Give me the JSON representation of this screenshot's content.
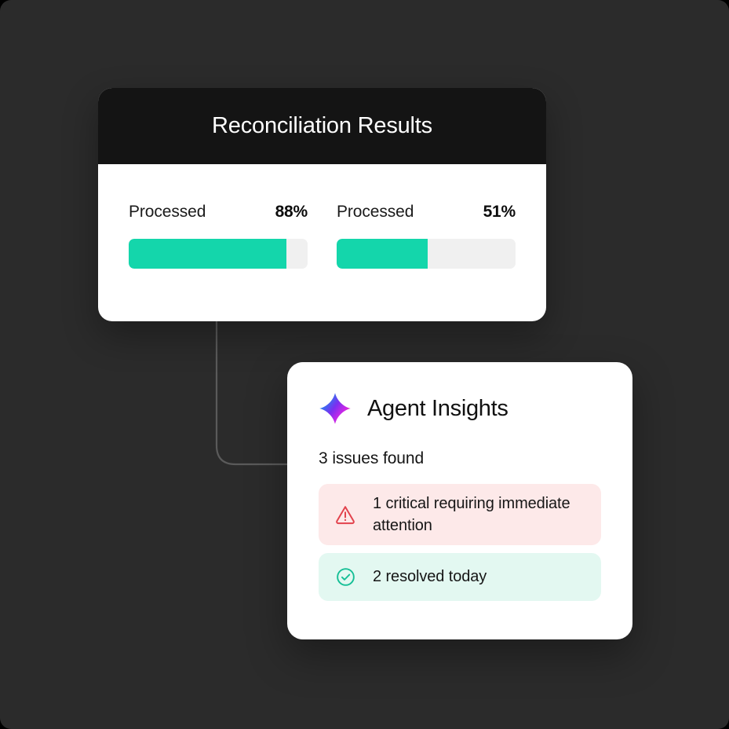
{
  "canvas": {
    "background_color": "#2b2b2b",
    "outer_color": "#000000"
  },
  "results_card": {
    "header": {
      "title": "Reconciliation Results",
      "background_color": "#141414",
      "text_color": "#ffffff"
    },
    "metrics": [
      {
        "label": "Processed",
        "value_label": "88%",
        "percent": 88,
        "fill_color": "#14d6ab",
        "track_color": "#f0f0f0"
      },
      {
        "label": "Processed",
        "value_label": "51%",
        "percent": 51,
        "fill_color": "#14d6ab",
        "track_color": "#f0f0f0"
      }
    ]
  },
  "connector": {
    "name": "elbow-connector",
    "color": "#5a5a5a"
  },
  "insights_card": {
    "logo_icon": "agent-sparkle-logo-icon",
    "title": "Agent Insights",
    "summary": "3 issues found",
    "issues": [
      {
        "id": "critical",
        "icon": "warning-triangle-icon",
        "text": "1 critical requiring immediate attention",
        "background_color": "#fde9e9",
        "icon_color": "#e2424c"
      },
      {
        "id": "resolved",
        "icon": "check-circle-icon",
        "text": "2 resolved today",
        "background_color": "#e3f8f1",
        "icon_color": "#16bf96"
      }
    ]
  }
}
